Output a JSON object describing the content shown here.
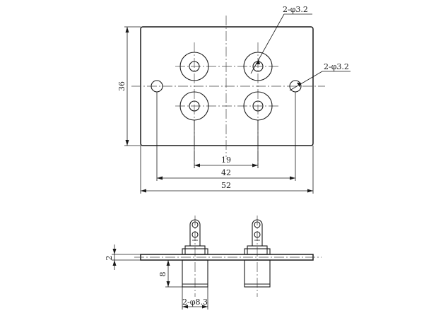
{
  "drawing": {
    "top_view": {
      "dim_height": "36",
      "dim_terminal_spacing": "19",
      "dim_mount_hole_spacing": "42",
      "dim_plate_width": "52",
      "callout_terminal_hole": "2-φ3.2",
      "callout_mount_hole": "2-φ3.2"
    },
    "side_view": {
      "dim_plate_thickness": "2",
      "dim_boss_depth": "8",
      "callout_boss_diameter": "2-φ8.3"
    }
  }
}
